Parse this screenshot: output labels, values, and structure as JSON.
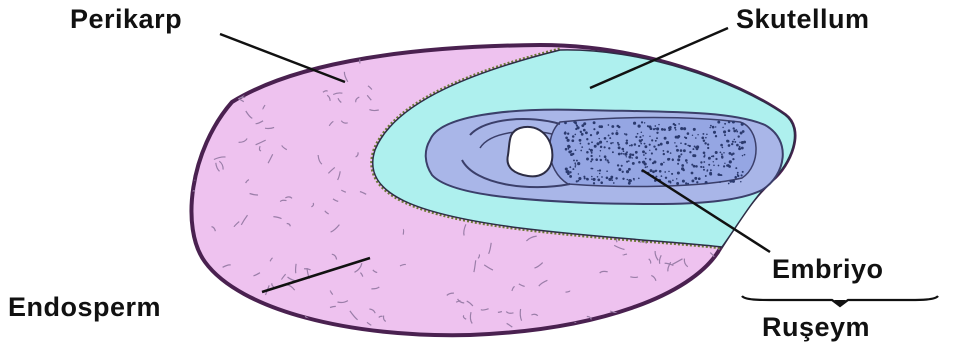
{
  "labels": {
    "perikarp": "Perikarp",
    "skutellum": "Skutellum",
    "embriyo": "Embriyo",
    "endosperm": "Endosperm",
    "ruseym": "Ruşeym"
  },
  "colors": {
    "endosperm_fill": "#eec2ef",
    "pericarp_outline": "#4a2150",
    "scutellum_fill": "#aef0ee",
    "embryo_outer_fill": "#a9b6e8",
    "embryo_inner_fill": "#95a6e3",
    "embryo_dots": "#2b3a6e",
    "aleurone_layer": "#6d7a35",
    "endosperm_marks": "#9a7ea8"
  }
}
